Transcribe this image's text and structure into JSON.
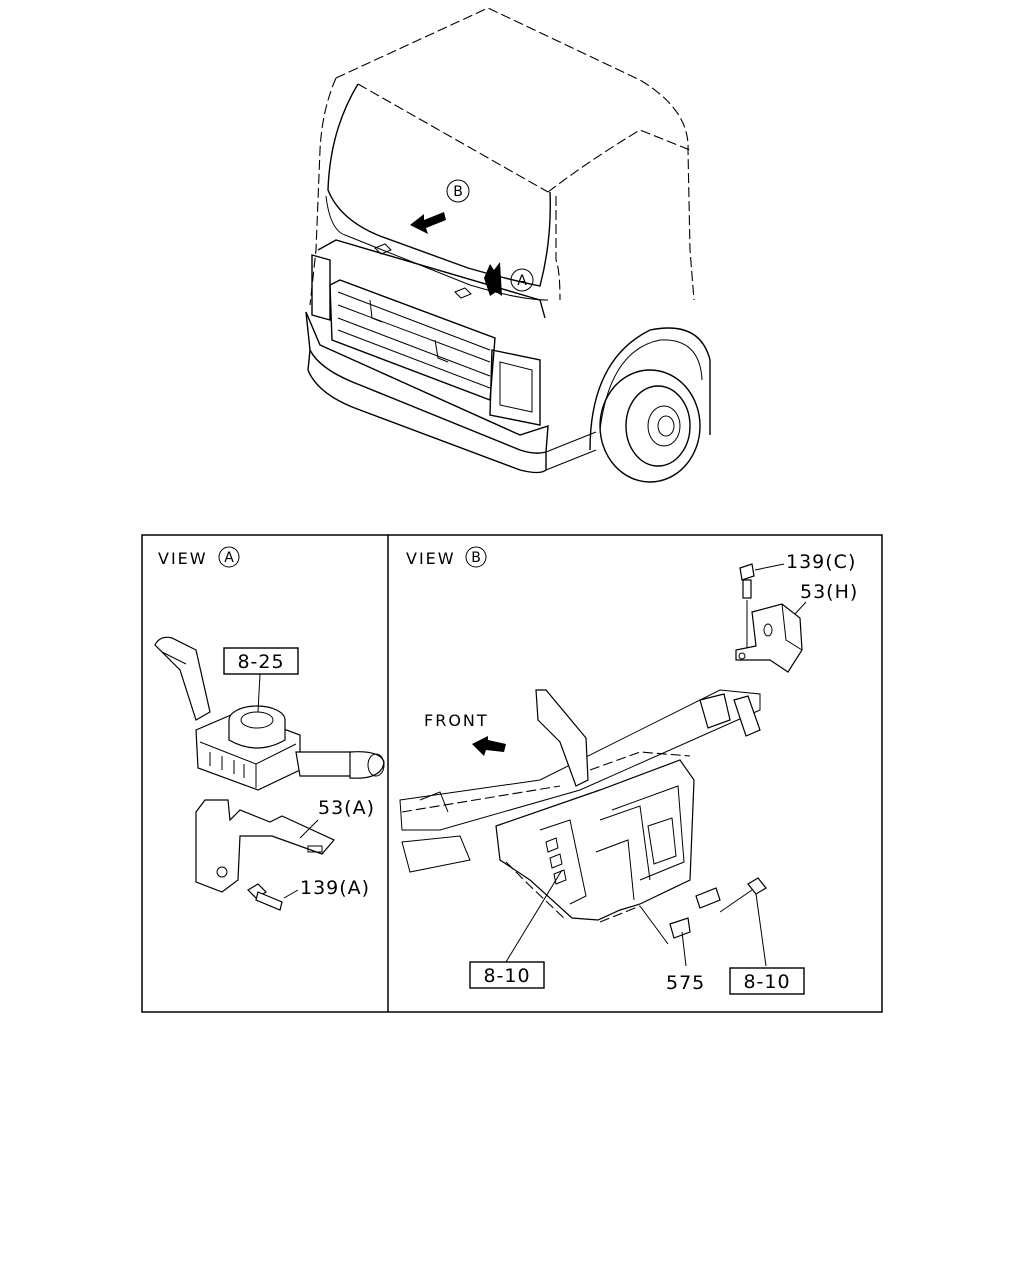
{
  "truck": {
    "marker_b": "B",
    "marker_a": "A"
  },
  "view_a": {
    "title_prefix": "VIEW",
    "title_marker": "A",
    "callouts": {
      "ref_825": "8-25",
      "part_53a": "53(A)",
      "part_139a": "139(A)"
    }
  },
  "view_b": {
    "title_prefix": "VIEW",
    "title_marker": "B",
    "front_label": "FRONT",
    "callouts": {
      "part_139c": "139(C)",
      "part_53h": "53(H)",
      "ref_810_left": "8-10",
      "part_575": "575",
      "ref_810_right": "8-10"
    }
  }
}
